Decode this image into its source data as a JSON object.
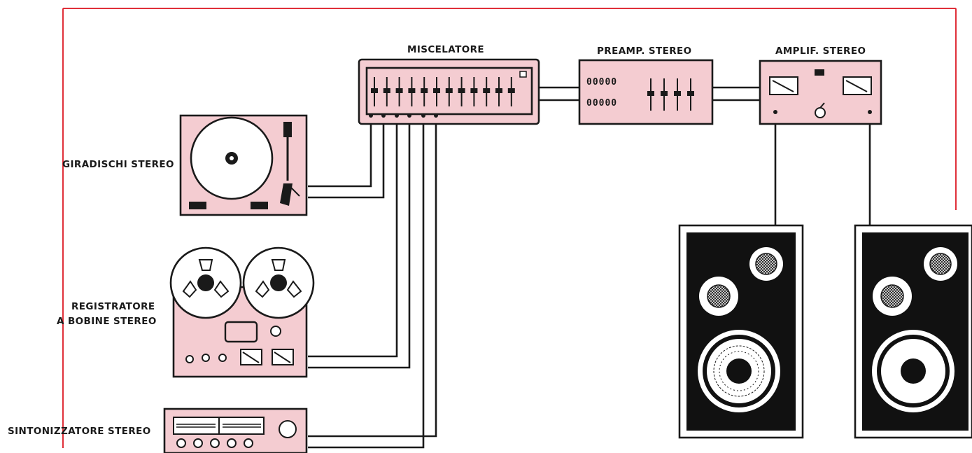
{
  "labels": {
    "mixer": "MISCELATORE",
    "preamp": "PREAMP. STEREO",
    "amp": "AMPLIF. STEREO",
    "turntable": "GIRADISCHI STEREO",
    "reel_line1": "REGISTRATORE",
    "reel_line2": "A BOBINE STEREO",
    "tuner": "SINTONIZZATORE STEREO"
  },
  "colors": {
    "device_fill": "#f4ccd1",
    "frame": "#e0303a",
    "ink": "#1a1a1a",
    "speaker_body": "#111111"
  },
  "preamp_display_rows": [
    "00000",
    "00000"
  ]
}
